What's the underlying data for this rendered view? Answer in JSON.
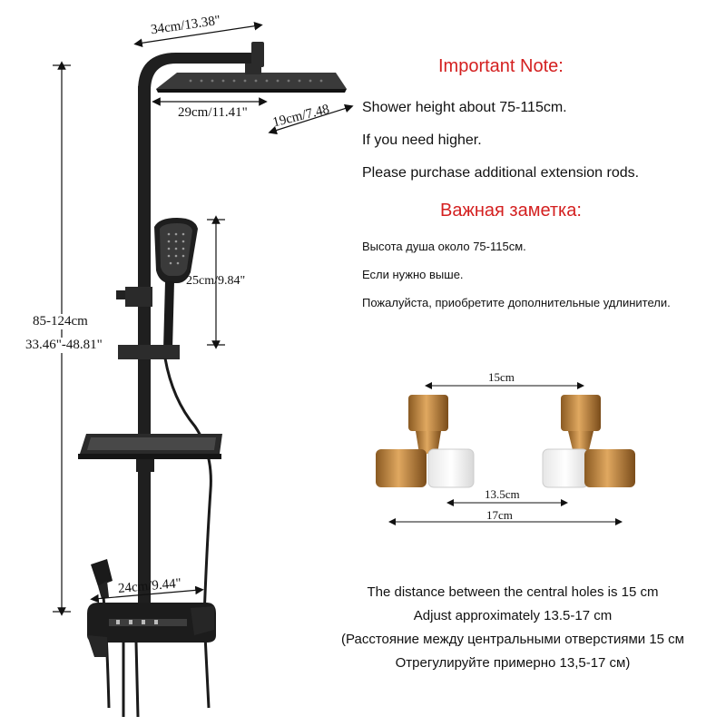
{
  "dimensions": {
    "head_width": "34cm/13.38\"",
    "head_depth_a": "29cm/11.41\"",
    "head_depth_b": "19cm/7.48",
    "handheld": "25cm/9.84\"",
    "height_cm": "85-124cm",
    "height_in": "33.46\"-48.81\"",
    "valve_width": "24cm/9.44\""
  },
  "note_en": {
    "title": "Important  Note:",
    "line1": "Shower height about 75-115cm.",
    "line2": "If you need higher.",
    "line3": "Please purchase additional extension rods."
  },
  "note_ru": {
    "title": "Важная заметка:",
    "line1": "Высота душа около 75-115см.",
    "line2": "Если нужно выше.",
    "line3": "Пожалуйста, приобретите дополнительные удлинители."
  },
  "adapter": {
    "spacing_center": "15cm",
    "spacing_min": "13.5cm",
    "spacing_max": "17cm"
  },
  "bottom_text": {
    "line1": "The distance between the central holes is 15 cm",
    "line2": "Adjust approximately 13.5-17 cm",
    "line3": "(Расстояние между центральными отверстиями 15 см",
    "line4": "Отрегулируйте примерно 13,5-17 см)"
  }
}
